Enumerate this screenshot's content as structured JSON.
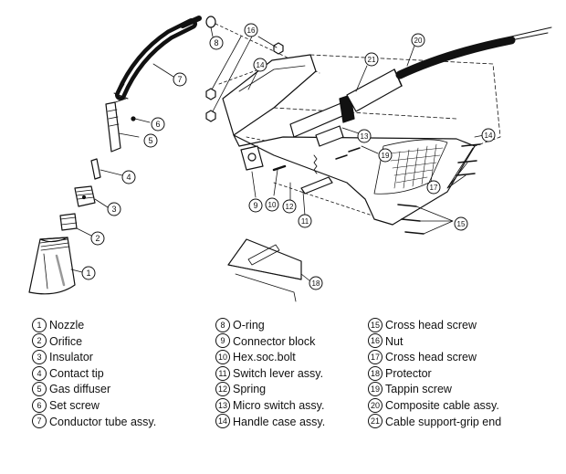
{
  "parts": [
    {
      "num": "1",
      "label": "Nozzle"
    },
    {
      "num": "2",
      "label": "Orifice"
    },
    {
      "num": "3",
      "label": "Insulator"
    },
    {
      "num": "4",
      "label": "Contact tip"
    },
    {
      "num": "5",
      "label": "Gas diffuser"
    },
    {
      "num": "6",
      "label": "Set screw"
    },
    {
      "num": "7",
      "label": "Conductor tube assy."
    },
    {
      "num": "8",
      "label": "O-ring"
    },
    {
      "num": "9",
      "label": "Connector block"
    },
    {
      "num": "10",
      "label": "Hex.soc.bolt"
    },
    {
      "num": "11",
      "label": "Switch lever assy."
    },
    {
      "num": "12",
      "label": "Spring"
    },
    {
      "num": "13",
      "label": "Micro switch assy."
    },
    {
      "num": "14",
      "label": "Handle case assy."
    },
    {
      "num": "15",
      "label": "Cross head screw"
    },
    {
      "num": "16",
      "label": "Nut"
    },
    {
      "num": "17",
      "label": "Cross head screw"
    },
    {
      "num": "18",
      "label": "Protector"
    },
    {
      "num": "19",
      "label": "Tappin screw"
    },
    {
      "num": "20",
      "label": "Composite cable assy."
    },
    {
      "num": "21",
      "label": "Cable support-grip end"
    }
  ]
}
